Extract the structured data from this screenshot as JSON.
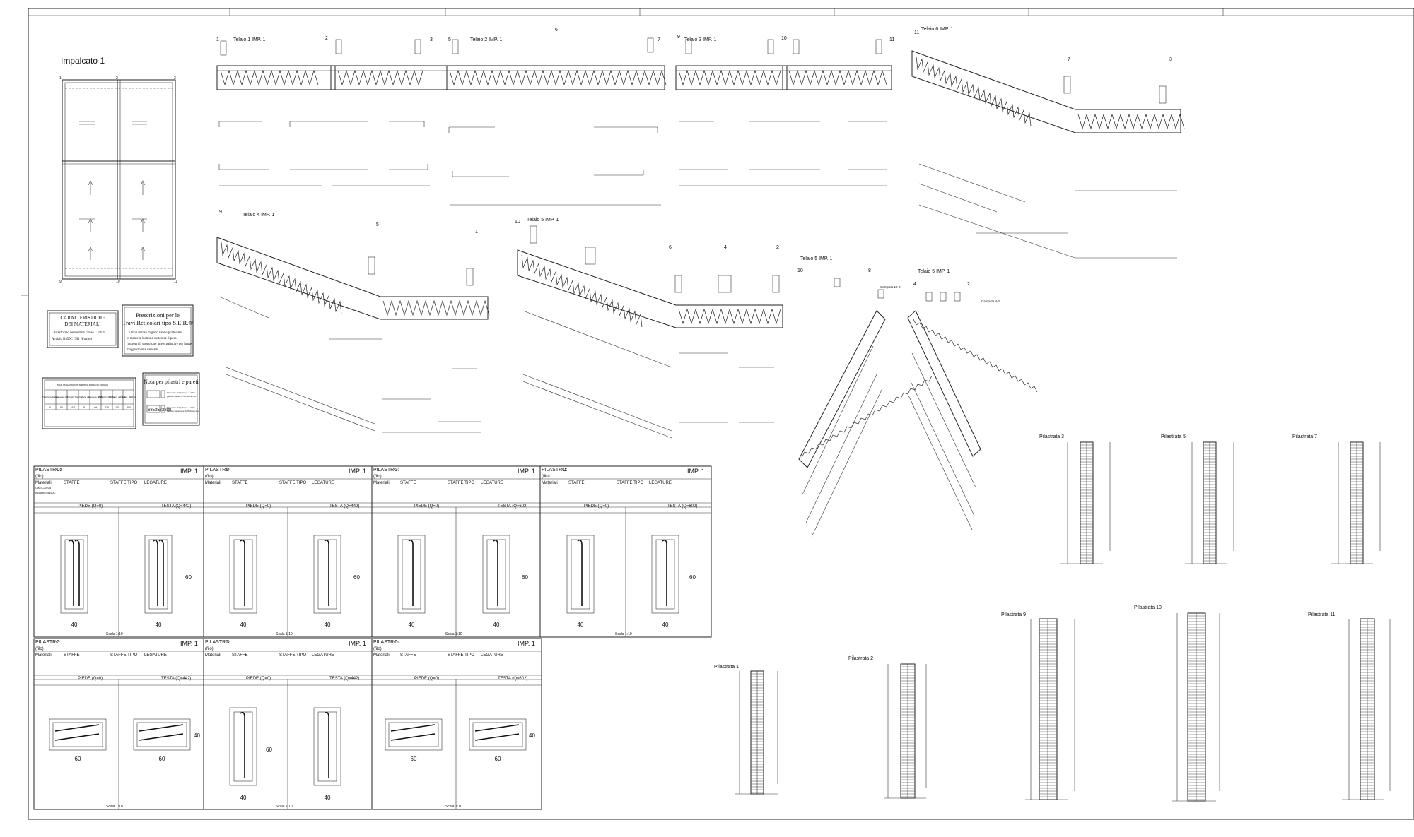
{
  "drawing": {
    "impalcato_title": "Impalcato 1",
    "telai": [
      {
        "title": "Telaio 1 IMP. 1",
        "nodes": [
          "1",
          "2",
          "3"
        ]
      },
      {
        "title": "Telaio 2 IMP. 1",
        "nodes": [
          "5",
          "6",
          "7"
        ]
      },
      {
        "title": "Telaio 3 IMP. 1",
        "nodes": [
          "9",
          "10",
          "11"
        ]
      },
      {
        "title": "Telaio 6 IMP. 1",
        "nodes": [
          "11",
          "7",
          "3"
        ]
      },
      {
        "title": "Telaio 4 IMP. 1",
        "nodes": [
          "9",
          "5",
          "1"
        ]
      },
      {
        "title": "Telaio 5 IMP. 1",
        "nodes": [
          "10",
          "6",
          "4",
          "2"
        ]
      }
    ],
    "section_titles": [
      "Telaio 5 IMP. 1",
      "Telaio 5 IMP. 1"
    ],
    "section_nodes": [
      "10",
      "8",
      "4",
      "2"
    ],
    "campata_labels": [
      "Campata 10-8",
      "Campata 4-2"
    ],
    "materials_box": {
      "title_1": "CARATTERISTICHE",
      "title_2": "DEI MATERIALI",
      "line_1": "Calcestruzzo cementizio classe C 28/35",
      "line_2": "Acciaio B450C     (391 N/mmq)"
    },
    "prescriptions_box": {
      "title_1": "Prescrizioni per le",
      "title_2": "Travi Reticolari tipo S.E.R.®",
      "lines": [
        "Le travi in fase di getto vanno puntellate",
        "in maniera idonea a sostenere il peso",
        "Impropri il sopportare intere palinture per la travi",
        "maggiormente caricate."
      ]
    },
    "nota_box": {
      "title": "Nota per pilastri e pareti",
      "line_1": "Impronta del pilastro o della",
      "line_2": "parete che serve all'impalcato",
      "line_3": "Impronta del pilastro o della",
      "line_4": "parete che sporge dall'impalcato",
      "code": "6853572888"
    },
    "beam_table": {
      "heading": "Solai realizzati con pannelli Pluriltrac Idrosol",
      "headers": [
        "Posizione Solaio",
        "Interasse cm",
        "Tronchi Tipo",
        "Caldana cm",
        "Spessore Solaio",
        "P. Proprio daN/mq",
        "N. Perm. daN/mq",
        "N. Acc. daN/mq"
      ],
      "row": [
        "A",
        "50",
        "16/7",
        "5",
        "mt",
        "276",
        "100",
        "200"
      ]
    },
    "pilastrate": [
      "Pilastrata 3",
      "Pilastrata 5",
      "Pilastrata 7",
      "Pilastrata 9",
      "Pilastrata 10",
      "Pilastrata 11",
      "Pilastrata 1",
      "Pilastrata 2"
    ],
    "pilastri_row1": [
      {
        "id": "1-3",
        "imp": "IMP. 1",
        "piede_dim": "40",
        "testa_dim": "40",
        "h": "60",
        "testa": "TESTA (Q=442)"
      },
      {
        "id": "5",
        "imp": "IMP. 1",
        "piede_dim": "40",
        "testa_dim": "40",
        "h": "60",
        "testa": "TESTA (Q=442)"
      },
      {
        "id": "9",
        "imp": "IMP. 1",
        "piede_dim": "40",
        "testa_dim": "40",
        "h": "60",
        "testa": "TESTA (Q=602)"
      },
      {
        "id": "11",
        "imp": "IMP. 1",
        "piede_dim": "40",
        "testa_dim": "40",
        "h": "60",
        "testa": "TESTA (Q=602)"
      }
    ],
    "pilastri_row2": [
      {
        "id": "2",
        "imp": "IMP. 1",
        "piede_dim": "60",
        "testa_dim": "60",
        "h": "40",
        "testa": "TESTA (Q=442)"
      },
      {
        "id": "7",
        "imp": "IMP. 1",
        "piede_dim": "40",
        "testa_dim": "40",
        "h": "60",
        "testa": "TESTA (Q=442)"
      },
      {
        "id": "10",
        "imp": "IMP. 1",
        "piede_dim": "60",
        "testa_dim": "60",
        "h": "40",
        "testa": "TESTA (Q=602)"
      }
    ],
    "pilastro_labels": {
      "pilastro": "PILASTRO:",
      "filo": "(filo)",
      "materiali": "Materiali",
      "staffe": "STAFFE",
      "staffe_tipo": "STAFFE TIPO",
      "legature": "LEGATURE",
      "piede": "PIEDE (Q=0)",
      "scala": "Scala 1:10",
      "cls": "Cls    =C28/35",
      "acciaio": "Acciaio =B450C"
    }
  }
}
